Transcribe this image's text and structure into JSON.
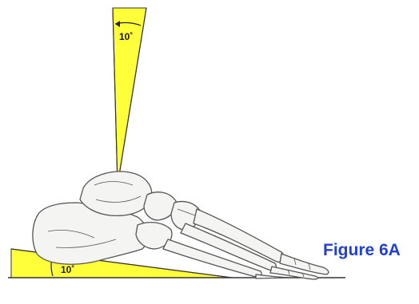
{
  "figure": {
    "caption": "Figure 6A",
    "caption_color": "#1f3fd6",
    "highlight_color": "#ffff3a",
    "bone_fill_color": "#f4f4f2",
    "bone_line_color": "#555555"
  },
  "angles": {
    "vertical_wedge_label": "10˚",
    "floor_wedge_label": "10˚"
  },
  "illustration": {
    "subject": "foot skeleton, lateral view",
    "icon": "foot-bones-illustration"
  }
}
